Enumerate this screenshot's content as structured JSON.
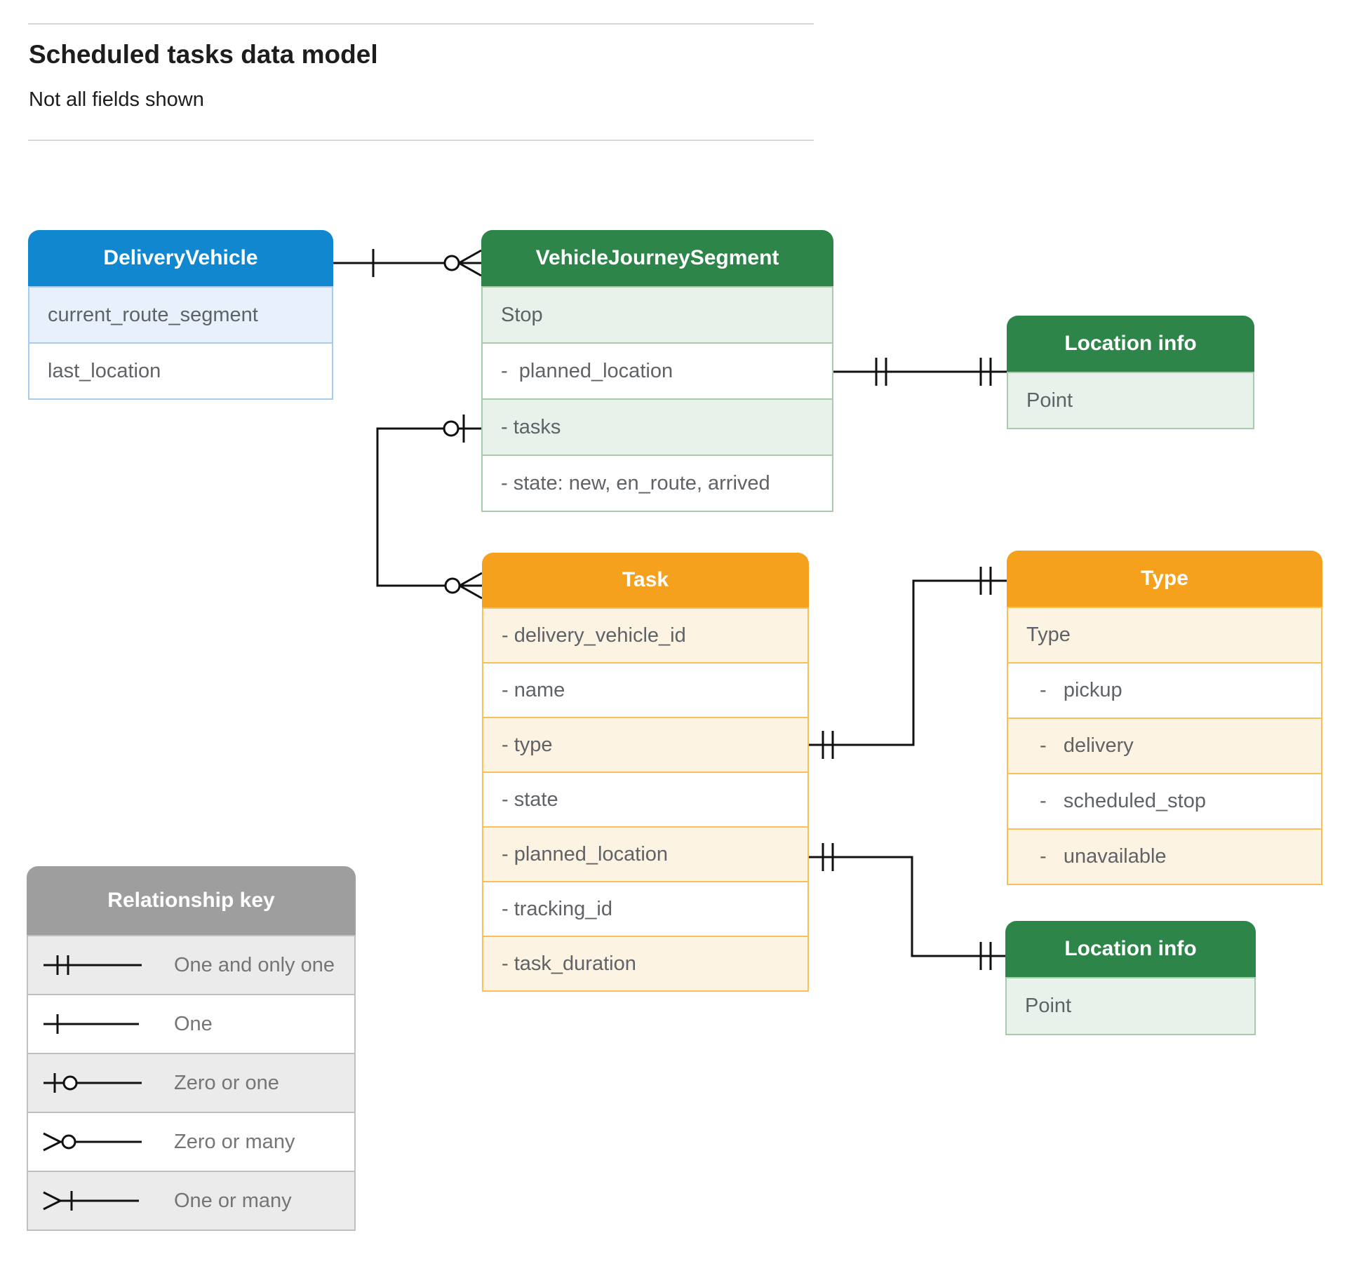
{
  "page": {
    "title": "Scheduled tasks data model",
    "subtitle": "Not all fields shown"
  },
  "colors": {
    "blue_header": "#1187d0",
    "green_header": "#2e8549",
    "orange_header": "#f5a11d",
    "gray_header": "#9e9e9e",
    "field_text": "#5f6368",
    "legend_text": "#757575"
  },
  "entities": {
    "delivery_vehicle": {
      "title": "DeliveryVehicle",
      "fields": [
        {
          "label": "current_route_segment"
        },
        {
          "label": "last_location"
        }
      ]
    },
    "vehicle_journey_segment": {
      "title": "VehicleJourneySegment",
      "fields": [
        {
          "label": "Stop"
        },
        {
          "label": "-  planned_location"
        },
        {
          "label": "- tasks"
        },
        {
          "label": "- state: new, en_route, arrived"
        }
      ]
    },
    "location_info_top": {
      "title": "Location info",
      "fields": [
        {
          "label": "Point"
        }
      ]
    },
    "task": {
      "title": "Task",
      "fields": [
        {
          "label": "- delivery_vehicle_id"
        },
        {
          "label": "- name"
        },
        {
          "label": "- type"
        },
        {
          "label": "- state"
        },
        {
          "label": "- planned_location"
        },
        {
          "label": "- tracking_id"
        },
        {
          "label": "- task_duration"
        }
      ]
    },
    "type": {
      "title": "Type",
      "fields": [
        {
          "label": "Type"
        },
        {
          "label": "-   pickup"
        },
        {
          "label": "-   delivery"
        },
        {
          "label": "-   scheduled_stop"
        },
        {
          "label": "-   unavailable"
        }
      ]
    },
    "location_info_bottom": {
      "title": "Location info",
      "fields": [
        {
          "label": "Point"
        }
      ]
    }
  },
  "legend": {
    "title": "Relationship key",
    "items": [
      {
        "symbol": "one-and-only-one",
        "label": "One and only one"
      },
      {
        "symbol": "one",
        "label": "One"
      },
      {
        "symbol": "zero-or-one",
        "label": "Zero or one"
      },
      {
        "symbol": "zero-or-many",
        "label": "Zero or many"
      },
      {
        "symbol": "one-or-many",
        "label": "One or many"
      }
    ]
  },
  "relationships": [
    {
      "from": "DeliveryVehicle",
      "to": "VehicleJourneySegment",
      "from_cardinality": "one",
      "to_cardinality": "zero-or-many"
    },
    {
      "from": "VehicleJourneySegment.tasks",
      "to": "Task",
      "from_cardinality": "zero-or-one",
      "to_cardinality": "zero-or-many"
    },
    {
      "from": "VehicleJourneySegment.planned_location",
      "to": "Location info",
      "from_cardinality": "one-and-only-one",
      "to_cardinality": "one-and-only-one"
    },
    {
      "from": "Task.type",
      "to": "Type",
      "from_cardinality": "one-and-only-one",
      "to_cardinality": "one-and-only-one"
    },
    {
      "from": "Task.planned_location",
      "to": "Location info",
      "from_cardinality": "one-and-only-one",
      "to_cardinality": "one-and-only-one"
    }
  ]
}
